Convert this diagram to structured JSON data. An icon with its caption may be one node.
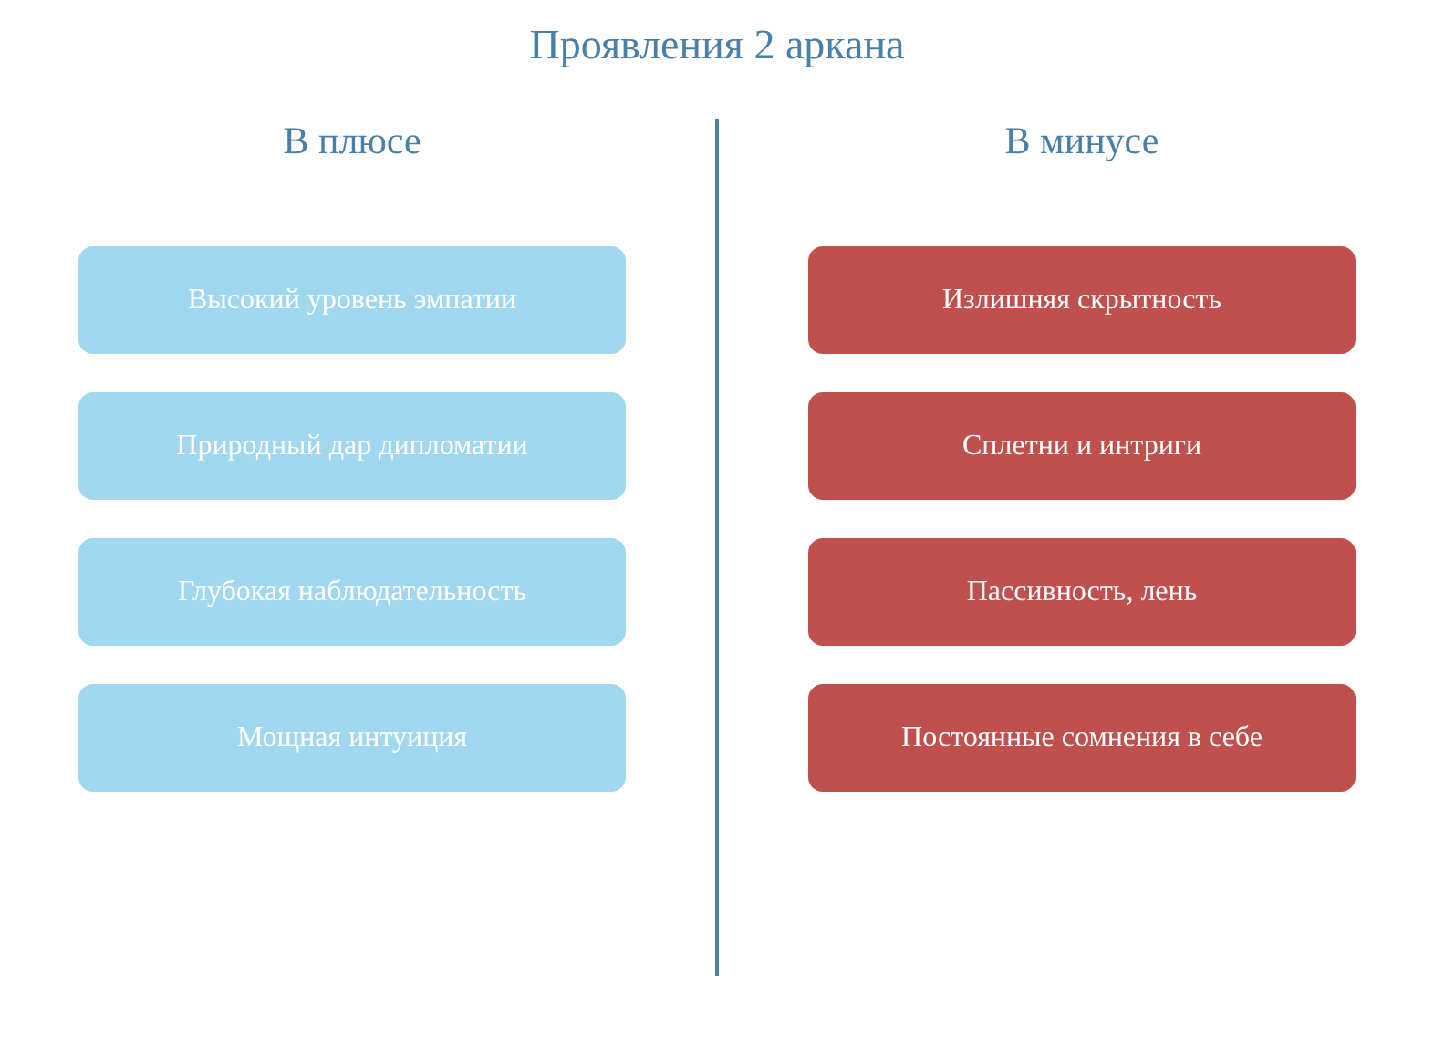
{
  "diagram": {
    "title": "Проявления 2 аркана",
    "nodes": [
      {
        "text": [
          "Высокий уровень эмпатии"
        ]
      },
      {
        "text": [
          "Природный дар дипломатии"
        ]
      },
      {
        "text": [
          "Глубокая наблюдательность"
        ]
      },
      {
        "text": [
          "Мощная интуиция"
        ]
      },
      {
        "text": [
          "Излишняя скрытность"
        ]
      },
      {
        "text": [
          "Сплетни и интриги"
        ]
      },
      {
        "text": [
          "Пассивность, лень"
        ]
      },
      {
        "text": [
          "Постоянные сомнения в себе"
        ]
      }
    ],
    "labels": [
      "В плюсе",
      "В минусе"
    ]
  }
}
